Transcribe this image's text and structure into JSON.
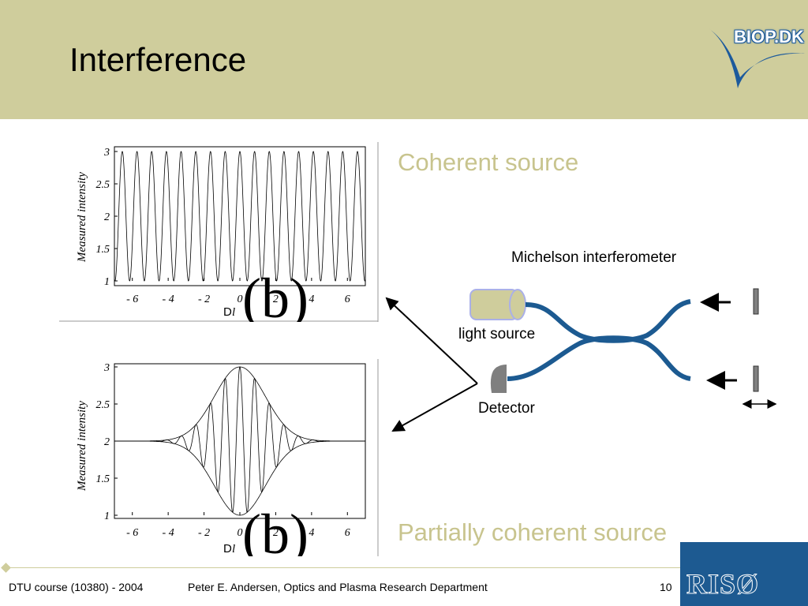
{
  "slide": {
    "title": "Interference",
    "logo_text": "BIOP.DK",
    "coherent_label": "Coherent source",
    "partial_label": "Partially coherent source"
  },
  "diagram": {
    "title": "Michelson interferometer",
    "light_source": "light source",
    "detector": "Detector"
  },
  "plots": {
    "ylabel": "Measured intensity",
    "xlabel_D": "D",
    "xlabel_l": "l",
    "yticks": [
      "3",
      "2.5",
      "2",
      "1.5",
      "1"
    ],
    "xticks": [
      "- 6",
      "- 4",
      "- 2",
      "0",
      "2",
      "4",
      "6"
    ],
    "overlay_top": "(b)",
    "overlay_bottom": "(b)"
  },
  "chart_data": [
    {
      "type": "line",
      "title": "",
      "xlabel": "Dl",
      "ylabel": "Measured intensity",
      "xlim": [
        -7,
        7
      ],
      "ylim": [
        1,
        3
      ],
      "series": [
        {
          "function": "2 + cos(2*pi*x/0.82)",
          "x_range": [
            -7,
            7
          ],
          "min": 1,
          "max": 3
        }
      ]
    },
    {
      "type": "line",
      "title": "",
      "xlabel": "Dl",
      "ylabel": "Measured intensity",
      "xlim": [
        -7,
        7
      ],
      "ylim": [
        1,
        3
      ],
      "series": [
        {
          "function": "2 + exp(-x^2/4)*cos(2*pi*x/0.82)",
          "x_range": [
            -7,
            7
          ],
          "center": 2,
          "peak": 3,
          "trough": 1
        },
        {
          "function": "2 + exp(-x^2/4)",
          "x_range": [
            -7,
            7
          ]
        },
        {
          "function": "2 - exp(-x^2/4)",
          "x_range": [
            -7,
            7
          ]
        }
      ]
    }
  ],
  "footer": {
    "left": "DTU course (10380) - 2004",
    "center": "Peter E. Andersen, Optics and Plasma Research Department",
    "page": "10",
    "logo": "RISØ"
  }
}
